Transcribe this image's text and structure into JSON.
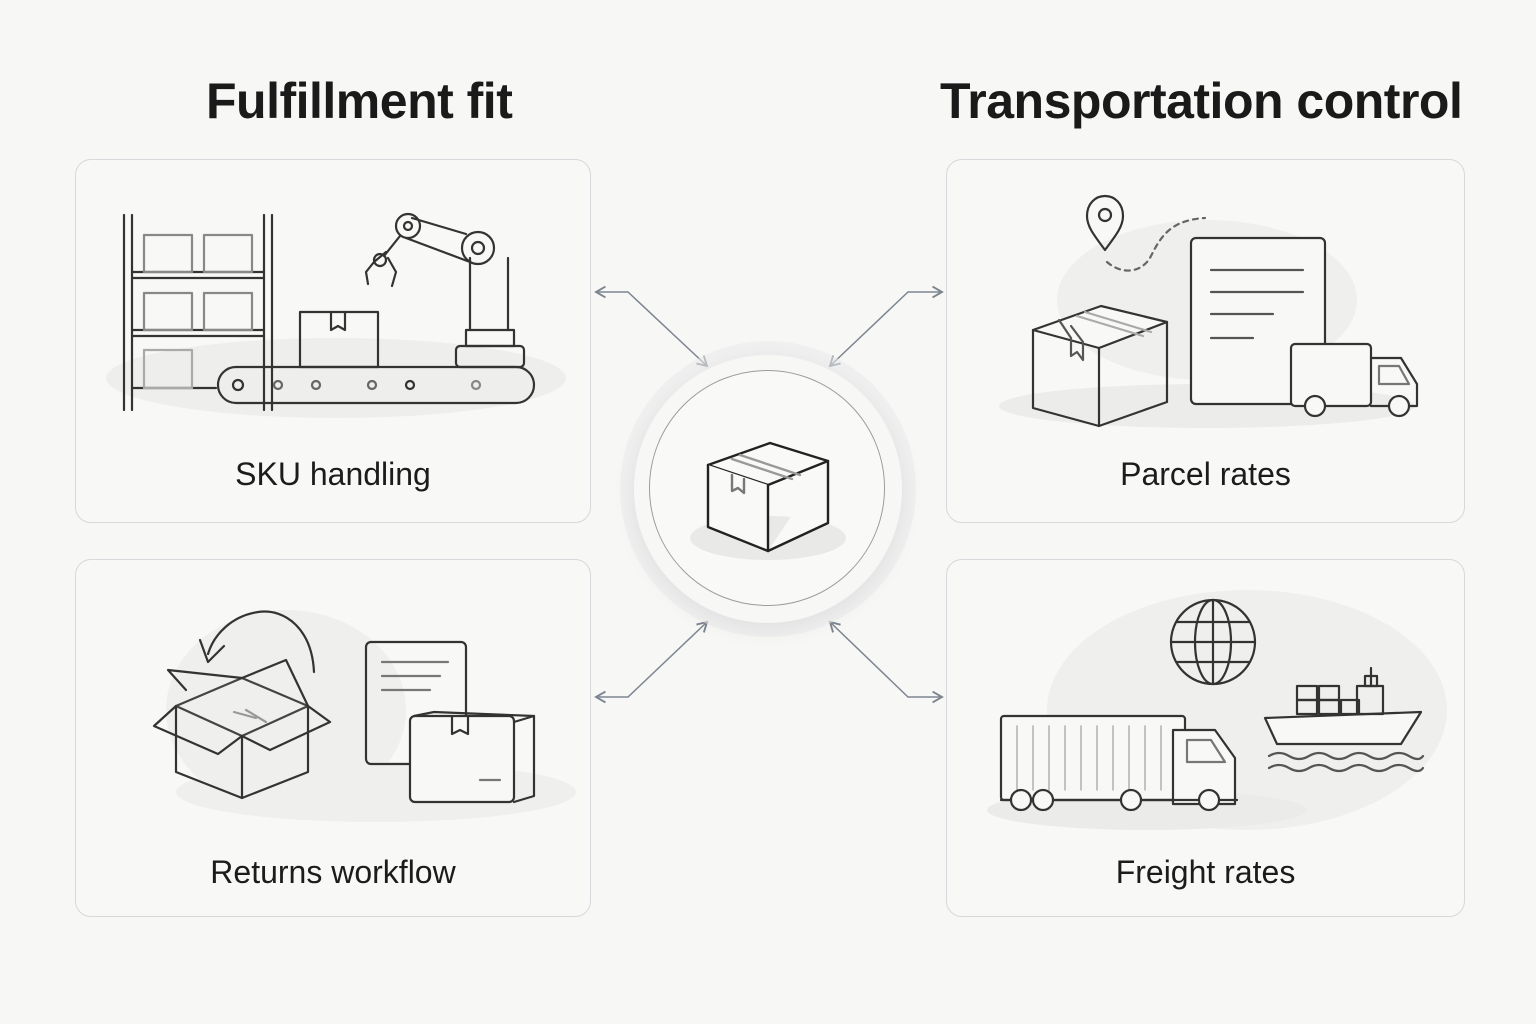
{
  "headings": {
    "left": "Fulfillment fit",
    "right": "Transportation control"
  },
  "cards": {
    "sku": {
      "label": "SKU handling",
      "icon": "warehouse-robot-conveyor-icon"
    },
    "returns": {
      "label": "Returns workflow",
      "icon": "returns-box-icon"
    },
    "parcel": {
      "label": "Parcel rates",
      "icon": "parcel-route-truck-icon"
    },
    "freight": {
      "label": "Freight rates",
      "icon": "freight-truck-ship-icon"
    }
  },
  "hub": {
    "icon": "package-box-icon"
  },
  "colors": {
    "background": "#f7f7f5",
    "card_border": "#d6d8db",
    "line": "#2a2a2a",
    "connector": "#7d8590"
  }
}
